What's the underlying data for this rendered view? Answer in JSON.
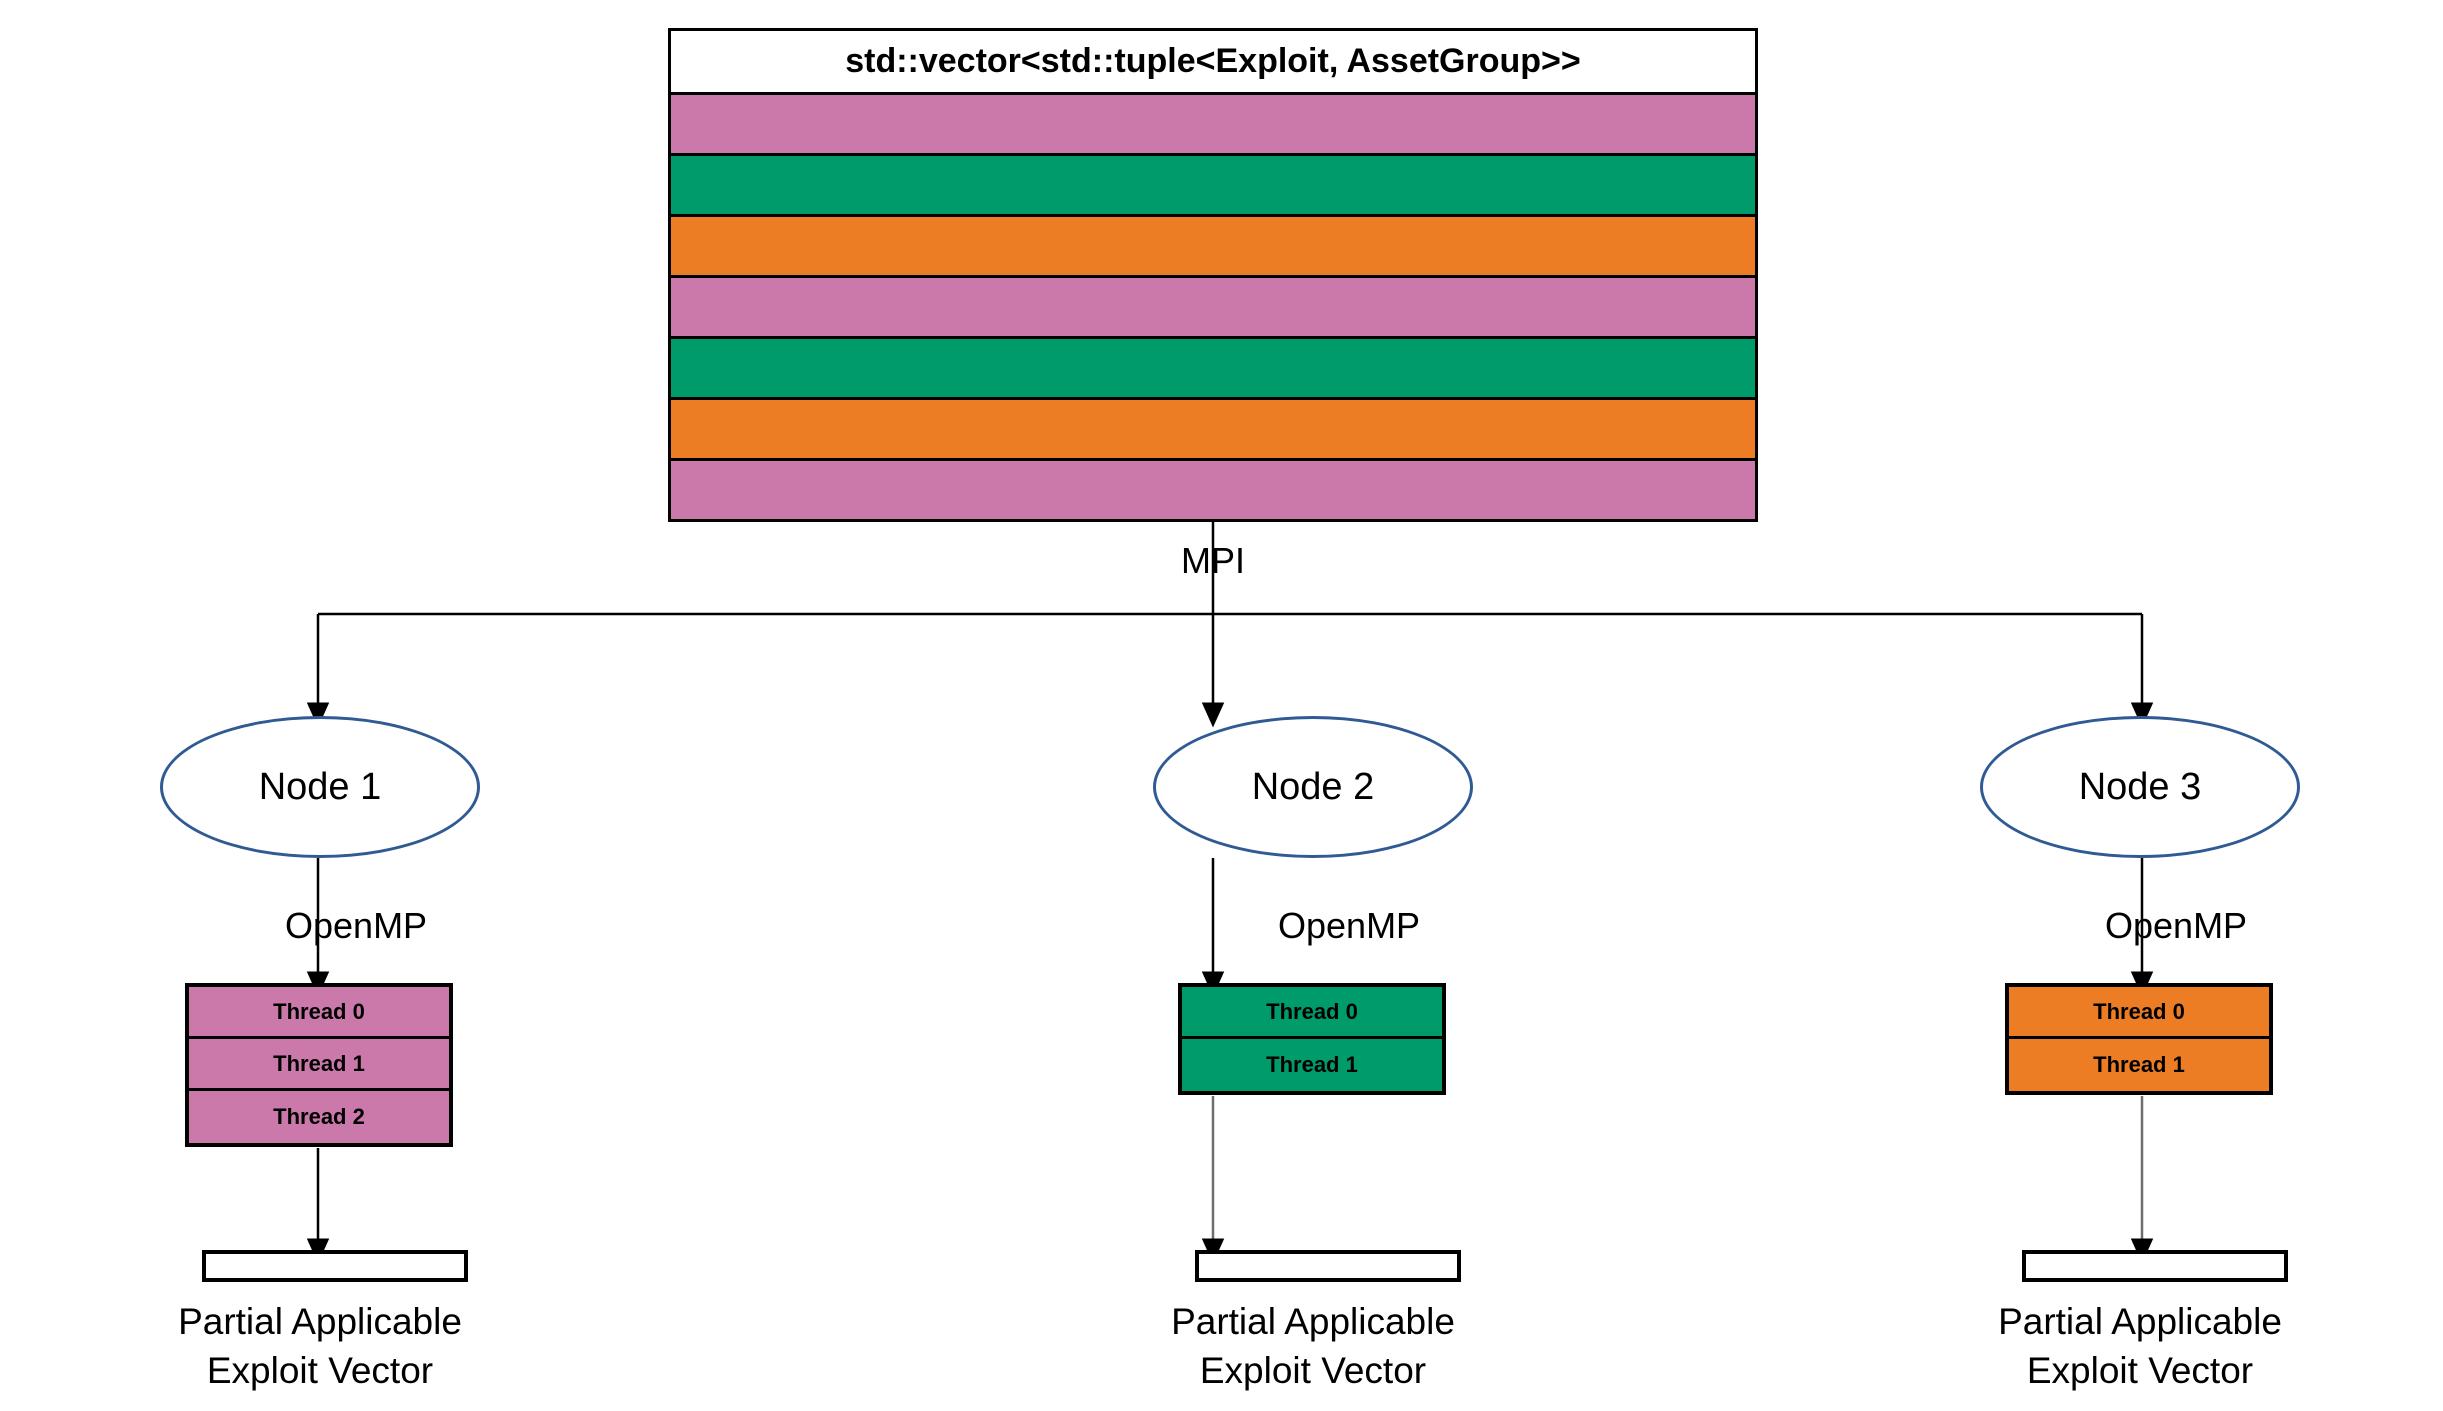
{
  "vector": {
    "title": "std::vector<std::tuple<Exploit, AssetGroup>>",
    "row_colors": [
      "#CB79AB",
      "#009B6B",
      "#EC7D25",
      "#CB79AB",
      "#009B6B",
      "#EC7D25",
      "#CB79AB"
    ],
    "row_count": 7
  },
  "mpi": {
    "label": "MPI"
  },
  "palette": {
    "pink": "#CB79AB",
    "green": "#009B6B",
    "orange": "#EC7D25",
    "node_stroke": "#2F5A93",
    "line": "#000000",
    "background": "#ffffff"
  },
  "nodes": [
    {
      "label": "Node 1",
      "openmp_label": "OpenMP",
      "thread_color": "#CB79AB",
      "threads": [
        "Thread 0",
        "Thread 1",
        "Thread 2"
      ],
      "output_caption_line1": "Partial Applicable",
      "output_caption_line2": "Exploit Vector"
    },
    {
      "label": "Node 2",
      "openmp_label": "OpenMP",
      "thread_color": "#009B6B",
      "threads": [
        "Thread 0",
        "Thread 1"
      ],
      "output_caption_line1": "Partial Applicable",
      "output_caption_line2": "Exploit Vector"
    },
    {
      "label": "Node 3",
      "openmp_label": "OpenMP",
      "thread_color": "#EC7D25",
      "threads": [
        "Thread 0",
        "Thread 1"
      ],
      "output_caption_line1": "Partial Applicable",
      "output_caption_line2": "Exploit Vector"
    }
  ]
}
